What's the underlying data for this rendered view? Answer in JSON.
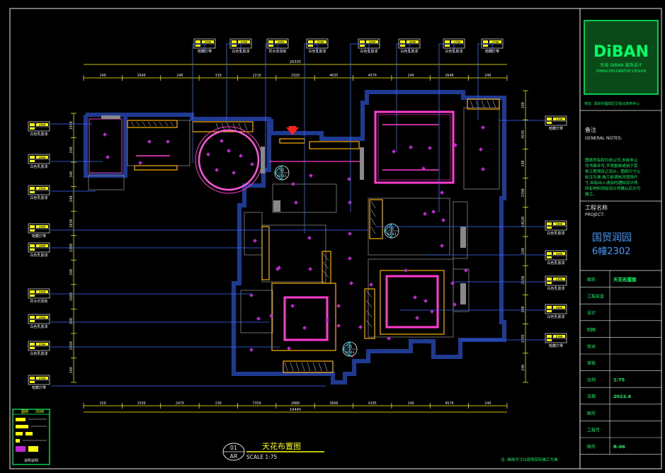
{
  "title_block": {
    "logo_text": "DiBAN",
    "logo_sub1": "东坂 DIBAN 装饰设计",
    "logo_sub2": "DIBAN DECORATIVE DESIGN",
    "address": "地址: 深圳市福田区华强北商务中心",
    "notes_label_cn": "备注",
    "notes_label_en": "GENERAL NOTES:",
    "notes_text": [
      "图纸所有权归本公司,未经本公",
      "司书面许可,不得复制或用于其",
      "他工程项目之设计。图纸尺寸以",
      "标注为准,施工前须核对现场尺",
      "寸,如有出入请及时通知设计师,",
      "所有材料须经设计师确认后方可",
      "施工。"
    ],
    "project_label_cn": "工程名称",
    "project_label_en": "PROJECT:",
    "project_name": "国贸润园",
    "project_unit": "6幢2302",
    "rows": [
      {
        "label": "图名",
        "value": "天花布置图"
      },
      {
        "label": "工程总监",
        "value": ""
      },
      {
        "label": "设计",
        "value": ""
      },
      {
        "label": "制图",
        "value": ""
      },
      {
        "label": "校对",
        "value": ""
      },
      {
        "label": "审核",
        "value": ""
      },
      {
        "label": "比例",
        "value": "1:75"
      },
      {
        "label": "日期",
        "value": "2022.4"
      },
      {
        "label": "图号",
        "value": ""
      },
      {
        "label": "工程号",
        "value": ""
      },
      {
        "label": "图号",
        "value": "R-06"
      }
    ]
  },
  "drawing_title": {
    "number": "01",
    "sheet": "AR",
    "name": "天花布置图",
    "scale": "SCALE 1:75"
  },
  "footer_note": "注: 具体尺寸以现场实际施工为准",
  "top_dims": {
    "overall": "20335",
    "segments": [
      "240",
      "1640",
      "240",
      "310",
      "2210",
      "2920",
      "4635",
      "4570",
      "240",
      "1640",
      "240"
    ]
  },
  "bottom_dims": {
    "overall": "19445",
    "segments": [
      "320",
      "1550",
      "2470",
      "230",
      "7350",
      "2080",
      "3660",
      "4195",
      "240",
      "4570",
      "240"
    ]
  },
  "right_dims": [
    "240",
    "4545",
    "240",
    "2390",
    "14620",
    "240",
    "3550",
    "240",
    "1295",
    "240"
  ],
  "left_dims": [
    "1940",
    "240",
    "340",
    "240",
    "3830",
    "2390",
    "240",
    "1600",
    "240",
    "2490",
    "240"
  ],
  "top_tags": [
    {
      "code": "3500",
      "text": "暗藏灯带"
    },
    {
      "code": "2300",
      "text": "白色乳胶漆"
    },
    {
      "code": "2450",
      "text": "防水石膏板"
    },
    {
      "code": "2700",
      "text": "白色乳胶漆"
    },
    {
      "code": "2900",
      "text": "白色乳胶漆"
    },
    {
      "code": "3000",
      "text": "白色乳胶漆"
    },
    {
      "code": "2700",
      "text": "白色乳胶漆"
    },
    {
      "code": "2700",
      "text": "暗藏灯带"
    }
  ],
  "left_tags": [
    {
      "code": "2450",
      "text": "白色乳胶漆"
    },
    {
      "code": "2800",
      "text": "白色乳胶漆"
    },
    {
      "code": "2550",
      "text": "白色乳胶漆"
    },
    {
      "code": "2450",
      "text": "暗藏灯带"
    },
    {
      "code": "2600",
      "text": "白色乳胶漆"
    },
    {
      "code": "2450",
      "text": "防水石膏板"
    },
    {
      "code": "2600",
      "text": "白色乳胶漆"
    },
    {
      "code": "2700",
      "text": "白色乳胶漆"
    },
    {
      "code": "2700",
      "text": "暗藏灯带"
    }
  ],
  "right_tags": [
    {
      "code": "2700",
      "text": "暗藏灯带"
    },
    {
      "code": "2600",
      "text": "白色乳胶漆"
    },
    {
      "code": "2800",
      "text": "白色乳胶漆"
    },
    {
      "code": "2450",
      "text": "白色乳胶漆"
    },
    {
      "code": "2800",
      "text": "白色乳胶漆"
    },
    {
      "code": "2700",
      "text": "暗藏灯带"
    }
  ],
  "section_markers": [
    {
      "id": "D2",
      "ref": "DT-03"
    },
    {
      "id": "D1",
      "ref": "DT-03"
    },
    {
      "id": "D1",
      "ref": "DT-03"
    }
  ],
  "legend": {
    "header": "图例",
    "code": "3500",
    "footer": "说明说明"
  },
  "colors": {
    "wall": "#1f3a93",
    "dim": "#ffff00",
    "leader": "#3b6bff",
    "ceiling": "#ff3cd0",
    "light": "#c026d3",
    "frame": "#e8e8e8",
    "accent": "#ffb000",
    "tag_green": "#00ff66",
    "logo_bg": "#0a4a18"
  }
}
